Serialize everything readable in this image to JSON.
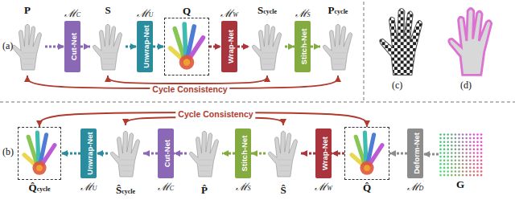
{
  "diagram": {
    "nodes": [
      {
        "text": [
          "P"
        ]
      },
      {
        "text": [
          "Cut-Net",
          "ℳC"
        ]
      },
      {
        "text": [
          "S"
        ]
      },
      {
        "text": [
          "Unwrap-Net",
          "ℳU"
        ]
      },
      {
        "text": [
          "Q"
        ]
      },
      {
        "text": [
          "Wrap-Net",
          "ℳW"
        ]
      },
      {
        "text": [
          "Scycle"
        ]
      },
      {
        "text": [
          "Stitch-Net",
          "ℳS"
        ]
      },
      {
        "text": [
          "Pcycle"
        ]
      },
      {
        "text": [
          "Q̂cycle"
        ]
      },
      {
        "text": [
          "Unwrap-Net",
          "ℳU"
        ]
      },
      {
        "text": [
          "Ŝcycle"
        ]
      },
      {
        "text": [
          "Cut-Net",
          "ℳC"
        ]
      },
      {
        "text": [
          "P̂"
        ]
      },
      {
        "text": [
          "Stitch-Net",
          "ℳS"
        ]
      },
      {
        "text": [
          "Ŝ"
        ]
      },
      {
        "text": [
          "Wrap-Net",
          "ℳW"
        ]
      },
      {
        "text": [
          "Q̂"
        ]
      },
      {
        "text": [
          "Deform-Net",
          "ℳD"
        ]
      },
      {
        "text": [
          "G"
        ]
      }
    ],
    "edges": [
      {
        "from": 0,
        "to": 1,
        "arrow": "to"
      },
      {
        "from": 1,
        "to": 2,
        "arrow": "to"
      },
      {
        "from": 2,
        "to": 3,
        "arrow": "to"
      },
      {
        "from": 3,
        "to": 4,
        "arrow": "to"
      },
      {
        "from": 4,
        "to": 5,
        "arrow": "to"
      },
      {
        "from": 5,
        "to": 6,
        "arrow": "to"
      },
      {
        "from": 6,
        "to": 7,
        "arrow": "to"
      },
      {
        "from": 7,
        "to": 8,
        "arrow": "to"
      },
      {
        "from": 0,
        "to": 8,
        "label": "Cycle Consistency",
        "arrow": "both"
      },
      {
        "from": 2,
        "to": 6,
        "arrow": "both"
      },
      {
        "from": 19,
        "to": 18,
        "arrow": "to"
      },
      {
        "from": 18,
        "to": 17,
        "arrow": "to"
      },
      {
        "from": 17,
        "to": 16,
        "arrow": "to"
      },
      {
        "from": 16,
        "to": 15,
        "arrow": "to"
      },
      {
        "from": 15,
        "to": 14,
        "arrow": "to"
      },
      {
        "from": 14,
        "to": 13,
        "arrow": "to"
      },
      {
        "from": 13,
        "to": 12,
        "arrow": "to"
      },
      {
        "from": 12,
        "to": 11,
        "arrow": "to"
      },
      {
        "from": 11,
        "to": 10,
        "arrow": "to"
      },
      {
        "from": 10,
        "to": 9,
        "arrow": "to"
      },
      {
        "from": 9,
        "to": 17,
        "label": "Cycle Consistency",
        "arrow": "both"
      },
      {
        "from": 11,
        "to": 15,
        "arrow": "both"
      }
    ],
    "labels": [
      "(a)",
      "(b)",
      "(c)",
      "(d)"
    ]
  }
}
